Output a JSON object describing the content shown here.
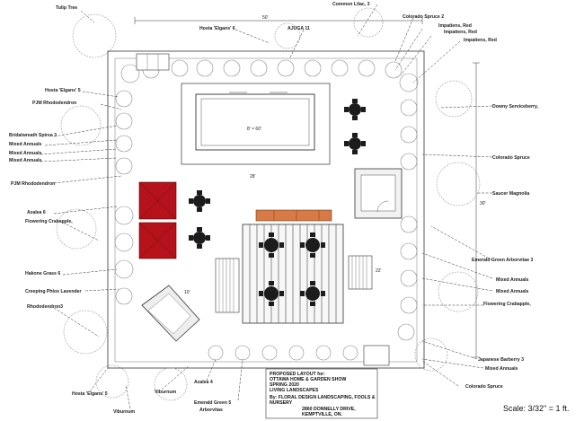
{
  "plant_labels": {
    "tulip_tree": "Tulip Tree",
    "hosta_elgans_top": "Hosta 'Elgans' 6",
    "ajuga": "AJUGA 11",
    "common_lilac": "Common Lilac, 3",
    "colorado_spruce_top": "Colorado Spruce 2",
    "impatiens_1": "Impatiens, Red",
    "impatiens_2": "Impatiens, Red",
    "impatiens_3": "Impatiens, Red",
    "hosta_elgans_left": "Hosta 'Elgans' 5",
    "pjm_rhodo_1": "PJM Rhododendron",
    "downy_serviceberry": "Downy Serviceberry,",
    "bridalwreath": "Bridalwreath Spirea 3",
    "mixed_annuals_1": "Mixed Annuals",
    "mixed_annuals_2": "Mixed Annuals",
    "mixed_annuals_3": "Mixed Annuals",
    "colorado_spruce_right": "Colorado Spruce",
    "pjm_rhodo_2": "PJM Rhododendron",
    "saucer_magnolia": "Saucer Magnolia",
    "azalea": "Azalea 6",
    "flowering_crab_left": "Flowering Crabapple,",
    "emerald_arbor_right": "Emerald Green Arborvitae 3",
    "hakone": "Hakone Grass 6",
    "mixed_annuals_r1": "Mixed Annuals",
    "creeping_phlox": "Creeping Phlox Lavender",
    "mixed_annuals_r2": "Mixed Annuals",
    "rhododendron3": "Rhododendron3",
    "flowering_crab_right": "Flowering Crabapple,",
    "japanese_barberry": "Japanese Barberry 3",
    "mixed_annuals_bottom": "Mixed Annuals",
    "hosta_elgans_bottom": "Hosta 'Elgans' 5",
    "viburnum_1": "Viburnum",
    "azalea_bottom": "Azalea 4",
    "colorado_spruce_bottom": "Colorado Spruce",
    "emerald_arbor_bottom_1": "Emerald Green 5",
    "emerald_arbor_bottom_2": "Arborvitas",
    "viburnum_2": "Viburnum"
  },
  "dimensions": {
    "top": "50'",
    "right": "30'",
    "pool": "8' × 60'",
    "deck_width": "28'",
    "pergola_side": "22'",
    "angled": "10'"
  },
  "title_block": {
    "line1": "PROPOSED LAYOUT for:",
    "line2": "OTTAWA HOME & GARDEN SHOW",
    "line3": "SPRING 2020",
    "line4": "LIVING LANDSCAPES",
    "line5": "By: FLORAL DESIGN LANDSCAPING, FOOLS &",
    "line6": "NURSERY",
    "line7": "2860 DONNELLY DRIVE,",
    "line8": "KEMPTVILLE, ON."
  },
  "scale_text": "Scale: 3/32\" = 1 ft.",
  "colors": {
    "umbrella_red": "#b5121b",
    "planter_orange": "#d77a45",
    "line": "#333333"
  }
}
